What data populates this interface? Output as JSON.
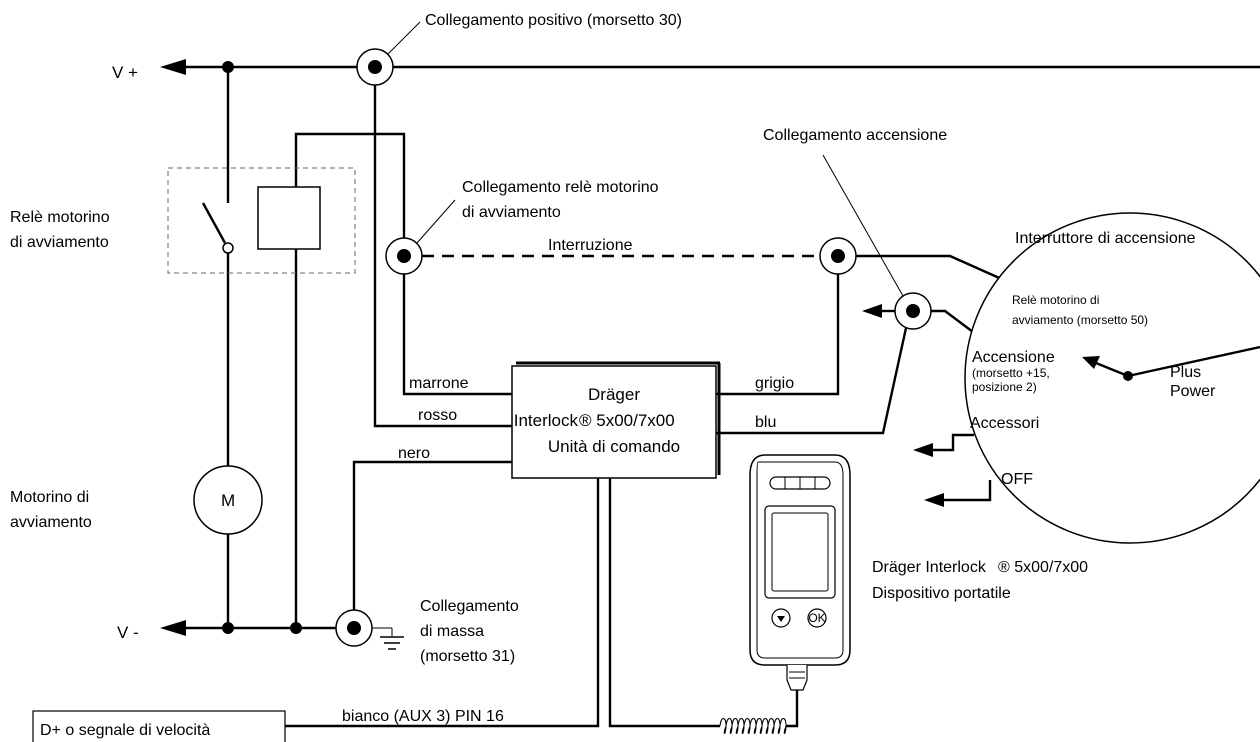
{
  "labels": {
    "v_plus": "V +",
    "v_minus": "V -",
    "positive_link": "Collegamento positivo (morsetto 30)",
    "ignition_link": "Collegamento accensione",
    "starter_relay_link_1": "Collegamento relè motorino",
    "starter_relay_link_2": "di avviamento",
    "starter_relay_1": "Relè motorino",
    "starter_relay_2": "di avviamento",
    "interruption": "Interruzione",
    "ignition_switch": "Interruttore di accensione",
    "switch_relay_1": "Relè motorino di",
    "switch_relay_2": "avviamento (morsetto 50)",
    "switch_ignition": "Accensione",
    "switch_ignition_sub_1": "(morsetto +15,",
    "switch_ignition_sub_2": "posizione 2)",
    "switch_accessories": "Accessori",
    "switch_off": "OFF",
    "plus_power_1": "Plus",
    "plus_power_2": "Power",
    "motor_symbol": "M",
    "starter_motor_1": "Motorino di",
    "starter_motor_2": "avviamento",
    "ground_link_1": "Collegamento",
    "ground_link_2": "di massa",
    "ground_link_3": "(morsetto 31)",
    "d_plus_box": "D+ o segnale di velocità",
    "white_wire": "bianco (AUX 3) PIN 16",
    "handheld_1a": "Dräger Interlock",
    "handheld_1b": "® 5x00/7x00",
    "handheld_2": "Dispositivo portatile",
    "ok_button": "OK"
  },
  "control_unit": {
    "line1": "Dräger",
    "line2a": "Interlock",
    "line2b": "® 5x00/7x00",
    "line3": "Unità di comando"
  },
  "wires": {
    "brown": "marrone",
    "red": "rosso",
    "black": "nero",
    "grey": "grigio",
    "blue": "blu"
  }
}
